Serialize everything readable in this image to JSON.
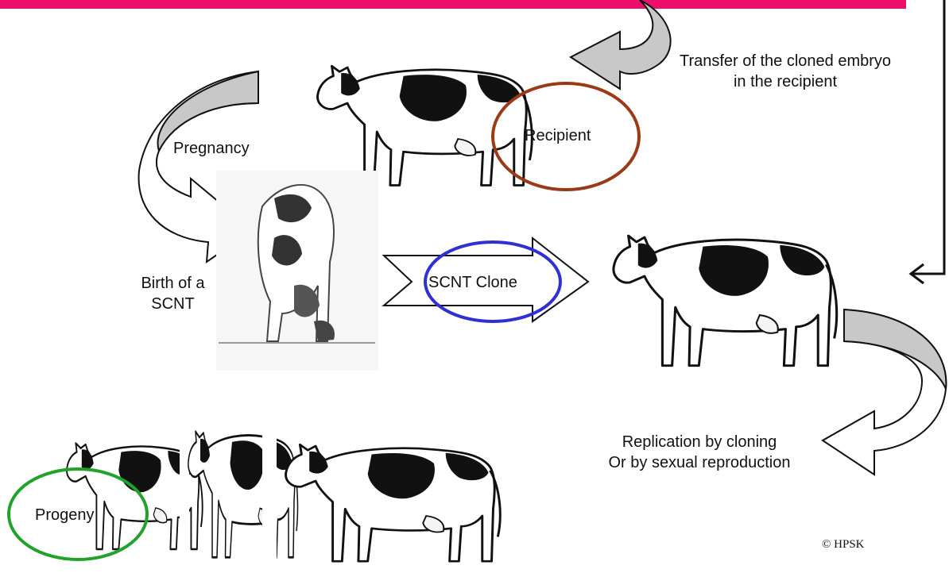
{
  "colors": {
    "top_bar": "#ee0f6a",
    "recipient_circle": "#9b3a17",
    "clone_circle": "#2f2fd6",
    "progeny_circle": "#21a32b",
    "arrow_fill": "#c8c8c8"
  },
  "labels": {
    "transfer_line1": "Transfer of the cloned embryo",
    "transfer_line2": "in the recipient",
    "recipient": "Recipient",
    "pregnancy": "Pregnancy",
    "birth_line1": "Birth of a",
    "birth_line2": "SCNT",
    "scnt_clone": "SCNT Clone",
    "replication_line1": "Replication by cloning",
    "replication_line2": "Or by sexual reproduction",
    "progeny": "Progeny",
    "copyright": "© HPSK"
  },
  "icons": {
    "recipient_cow": "cow-illustration",
    "calf": "calf-sketch",
    "clone_cow": "cow-illustration",
    "progeny_cows": "cow-illustration"
  }
}
